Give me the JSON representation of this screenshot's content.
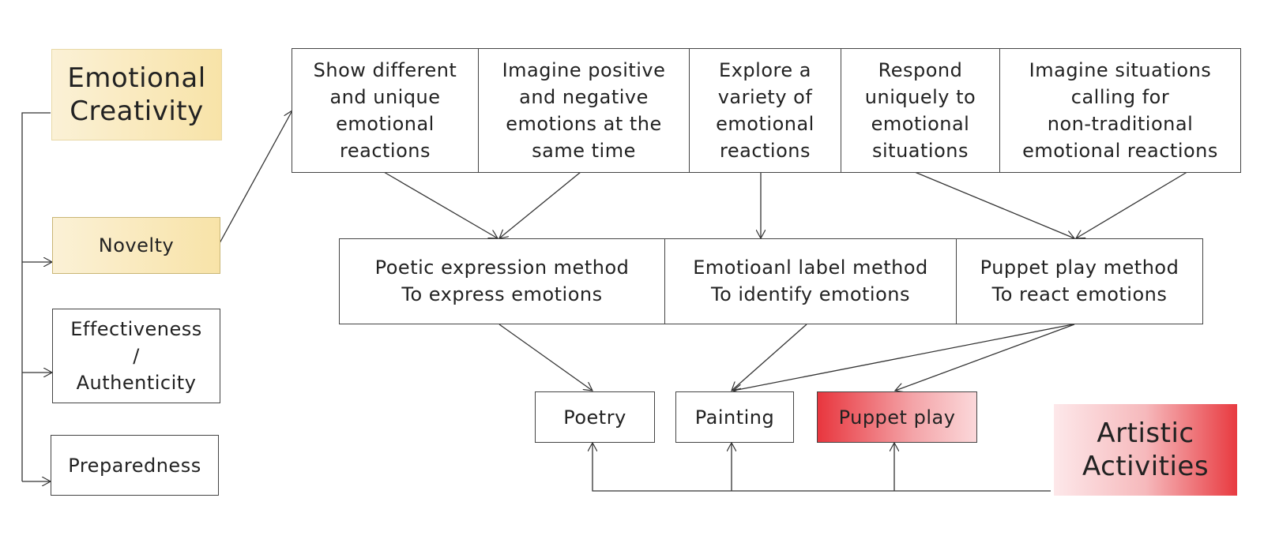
{
  "emotional_creativity": {
    "title": "Emotional\nCreativity"
  },
  "dimensions": [
    {
      "label": "Novelty"
    },
    {
      "label": "Effectiveness\n/\nAuthenticity"
    },
    {
      "label": "Preparedness"
    }
  ],
  "reactions": [
    {
      "text": "Show different\nand unique\nemotional\nreactions"
    },
    {
      "text": "Imagine positive\nand negative\nemotions at the\nsame time"
    },
    {
      "text": "Explore a\nvariety of\nemotional\nreactions"
    },
    {
      "text": "Respond\nuniquely to\nemotional\nsituations"
    },
    {
      "text": "Imagine situations\ncalling for\nnon-traditional\nemotional reactions"
    }
  ],
  "methods": [
    {
      "text": "Poetic expression method\nTo express emotions"
    },
    {
      "text": "Emotioanl label method\nTo identify emotions"
    },
    {
      "text": "Puppet play method\nTo react emotions"
    }
  ],
  "activities": [
    {
      "label": "Poetry"
    },
    {
      "label": "Painting"
    },
    {
      "label": "Puppet play"
    }
  ],
  "artistic_activities": {
    "title": "Artistic\nActivities"
  },
  "colors": {
    "gold": "#f8e3a8",
    "red": "#e8363e",
    "line": "#333333"
  }
}
